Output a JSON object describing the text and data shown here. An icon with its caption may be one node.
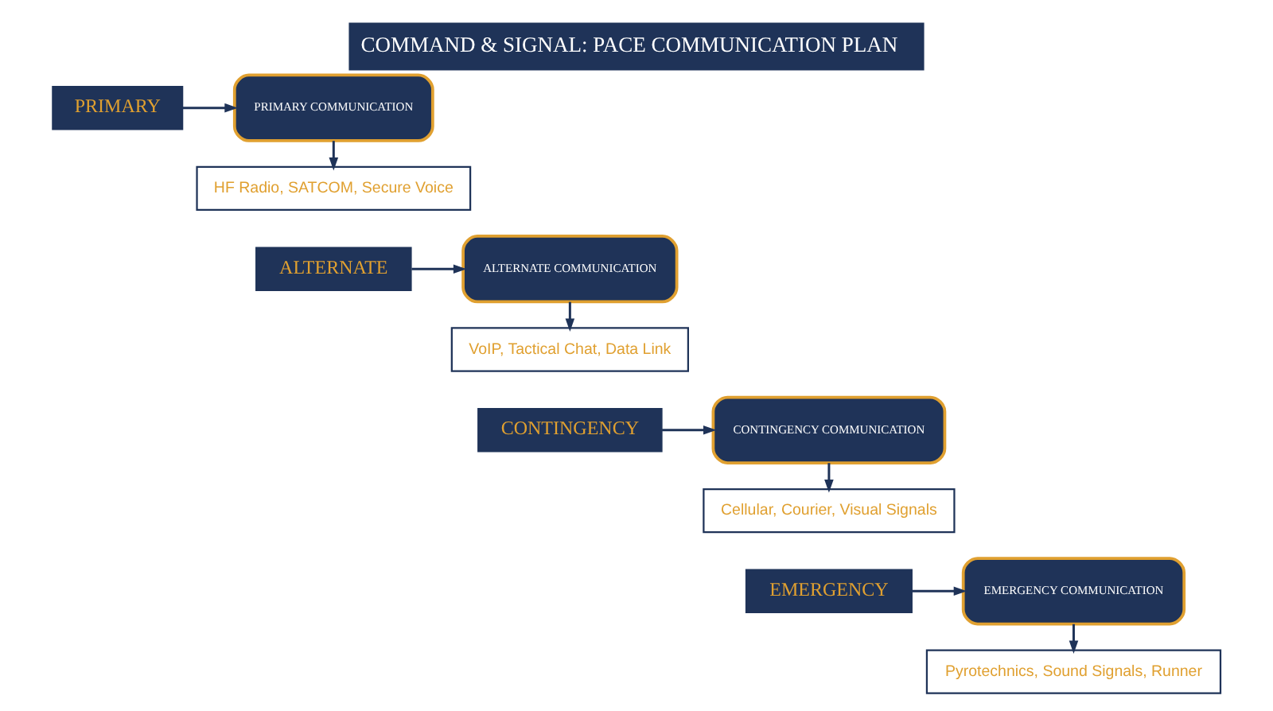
{
  "diagram": {
    "title": "COMMAND & SIGNAL: PACE COMMUNICATION PLAN",
    "nodes": [
      {
        "text": [
          "PRIMARY"
        ]
      },
      {
        "text": [
          "PRIMARY COMMUNICATION"
        ]
      },
      {
        "text": [
          "HF Radio, SATCOM, Secure Voice"
        ]
      },
      {
        "text": [
          "ALTERNATE"
        ]
      },
      {
        "text": [
          "ALTERNATE COMMUNICATION"
        ]
      },
      {
        "text": [
          "VoIP, Tactical Chat, Data Link"
        ]
      },
      {
        "text": [
          "CONTINGENCY"
        ]
      },
      {
        "text": [
          "CONTINGENCY COMMUNICATION"
        ]
      },
      {
        "text": [
          "Cellular, Courier, Visual Signals"
        ]
      },
      {
        "text": [
          "EMERGENCY"
        ]
      },
      {
        "text": [
          "EMERGENCY COMMUNICATION"
        ]
      },
      {
        "text": [
          "Pyrotechnics, Sound Signals, Runner"
        ]
      }
    ],
    "edges": [
      {
        "from": 0,
        "to": 1,
        "arrow": "to"
      },
      {
        "from": 1,
        "to": 2,
        "arrow": "to"
      },
      {
        "from": 3,
        "to": 4,
        "arrow": "to"
      },
      {
        "from": 4,
        "to": 5,
        "arrow": "to"
      },
      {
        "from": 6,
        "to": 7,
        "arrow": "to"
      },
      {
        "from": 7,
        "to": 8,
        "arrow": "to"
      },
      {
        "from": 9,
        "to": 10,
        "arrow": "to"
      },
      {
        "from": 10,
        "to": 11,
        "arrow": "to"
      }
    ]
  }
}
